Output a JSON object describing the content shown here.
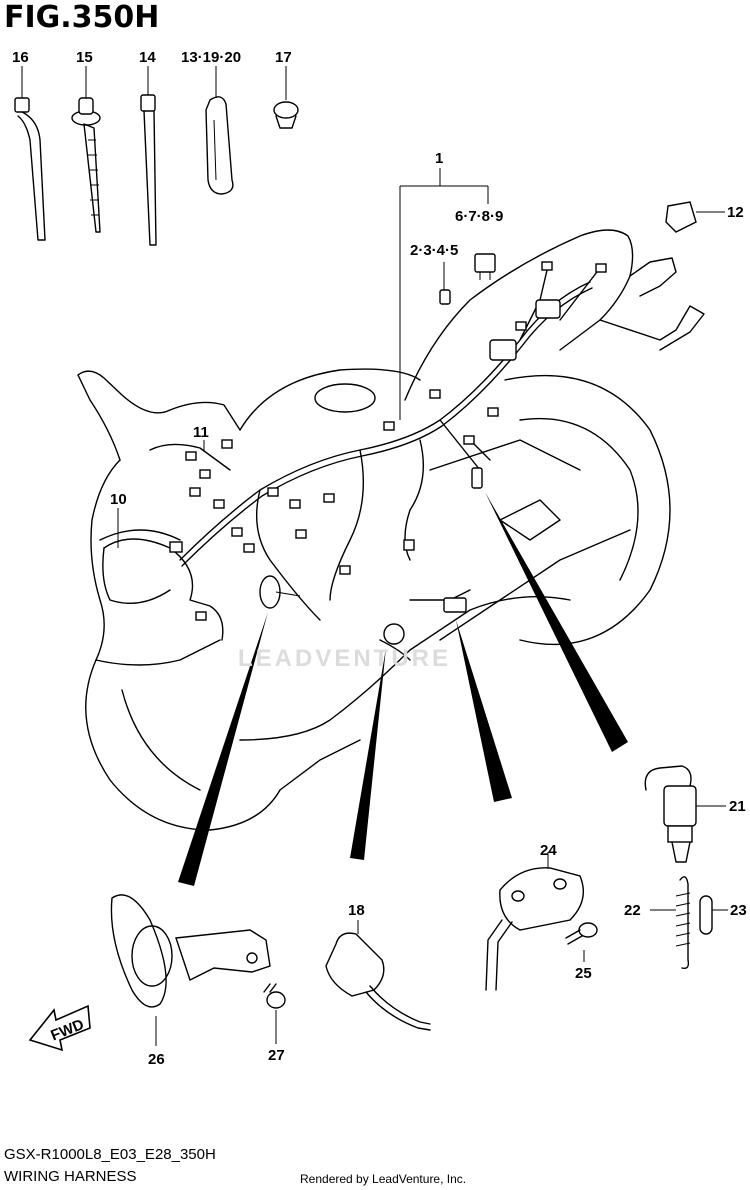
{
  "figure": {
    "title": "FIG.350H",
    "model_code": "GSX-R1000L8_E03_E28_350H",
    "name": "WIRING HARNESS",
    "render_credit": "Rendered by LeadVenture, Inc.",
    "watermark": "LEADVENTURE"
  },
  "callouts": {
    "c16": "16",
    "c15": "15",
    "c14": "14",
    "c13": "13·19·20",
    "c17": "17",
    "c1": "1",
    "c6": "6·7·8·9",
    "c2": "2·3·4·5",
    "c12": "12",
    "c11": "11",
    "c10": "10",
    "c21": "21",
    "c24": "24",
    "c22": "22",
    "c23": "23",
    "c18": "18",
    "c25": "25",
    "c26": "26",
    "c27": "27"
  },
  "badge": {
    "fwd": "FWD"
  }
}
